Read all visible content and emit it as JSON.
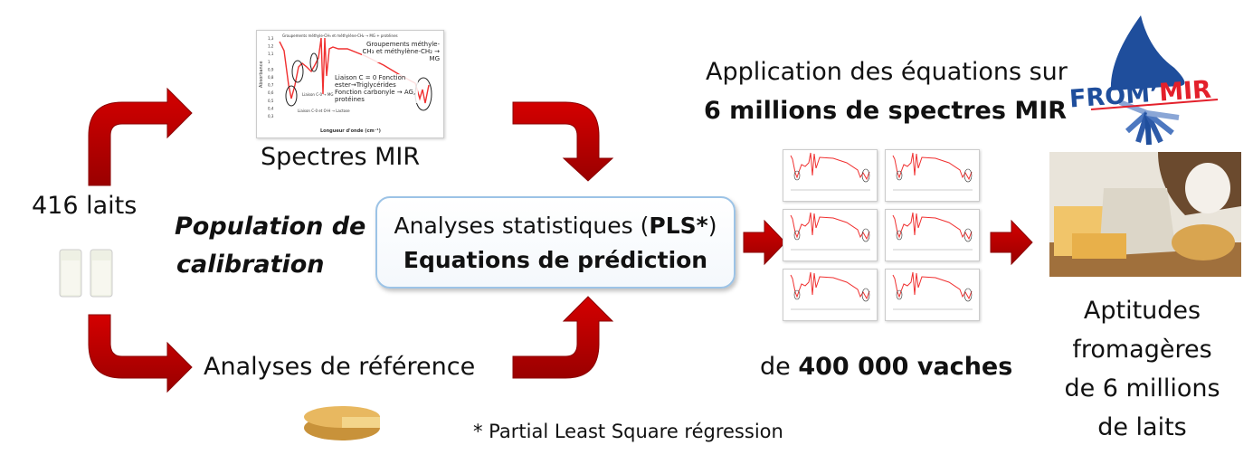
{
  "left": {
    "milk_count": "416 laits"
  },
  "population": {
    "line1": "Population de",
    "line2": "calibration"
  },
  "spectra": {
    "label": "Spectres MIR",
    "chart": {
      "ylabel": "Absorbance",
      "xlabel": "Longueur d'onde (cm⁻¹)",
      "yticks": [
        "1,3",
        "1,2",
        "1,1",
        "1",
        "0,9",
        "0,8",
        "0,7",
        "0,6",
        "0,5",
        "0,4",
        "0,3"
      ],
      "annotations": {
        "a1": "Groupements méthyle-CH₃ et méthylène-CH₂ → MG + protéines",
        "a2": "Groupements méthyle-CH₃ et méthylène-CH₂ → MG",
        "a3": "Liaison C = 0 Fonction ester→Triglycérides Fonction carbonyle → AG, protéines",
        "a4": "Liaison C-0 → MG",
        "a5": "Liaison C-0 et O-H → Lactose"
      }
    }
  },
  "pls_box": {
    "line1_prefix": "Analyses statistiques (",
    "line1_bold": "PLS*",
    "line1_suffix": ")",
    "line2": "Equations de prédiction"
  },
  "reference": {
    "label": "Analyses de référence"
  },
  "footnote": "* Partial Least Square régression",
  "application": {
    "line1": "Application des équations sur",
    "line2": "6 millions de spectres MIR"
  },
  "cows": {
    "prefix": "de ",
    "bold": "400 000 vaches"
  },
  "logo": {
    "text_blue": "FROM’",
    "text_red": "MIR"
  },
  "result": {
    "lines": [
      "Aptitudes",
      "fromagères",
      "de 6 millions",
      "de laits"
    ]
  },
  "colors": {
    "arrow": "#c00000",
    "arrow_dark": "#7a0000",
    "logo_blue": "#1f4e9c",
    "logo_red": "#e3202b",
    "box_border": "#9cc3e6"
  }
}
